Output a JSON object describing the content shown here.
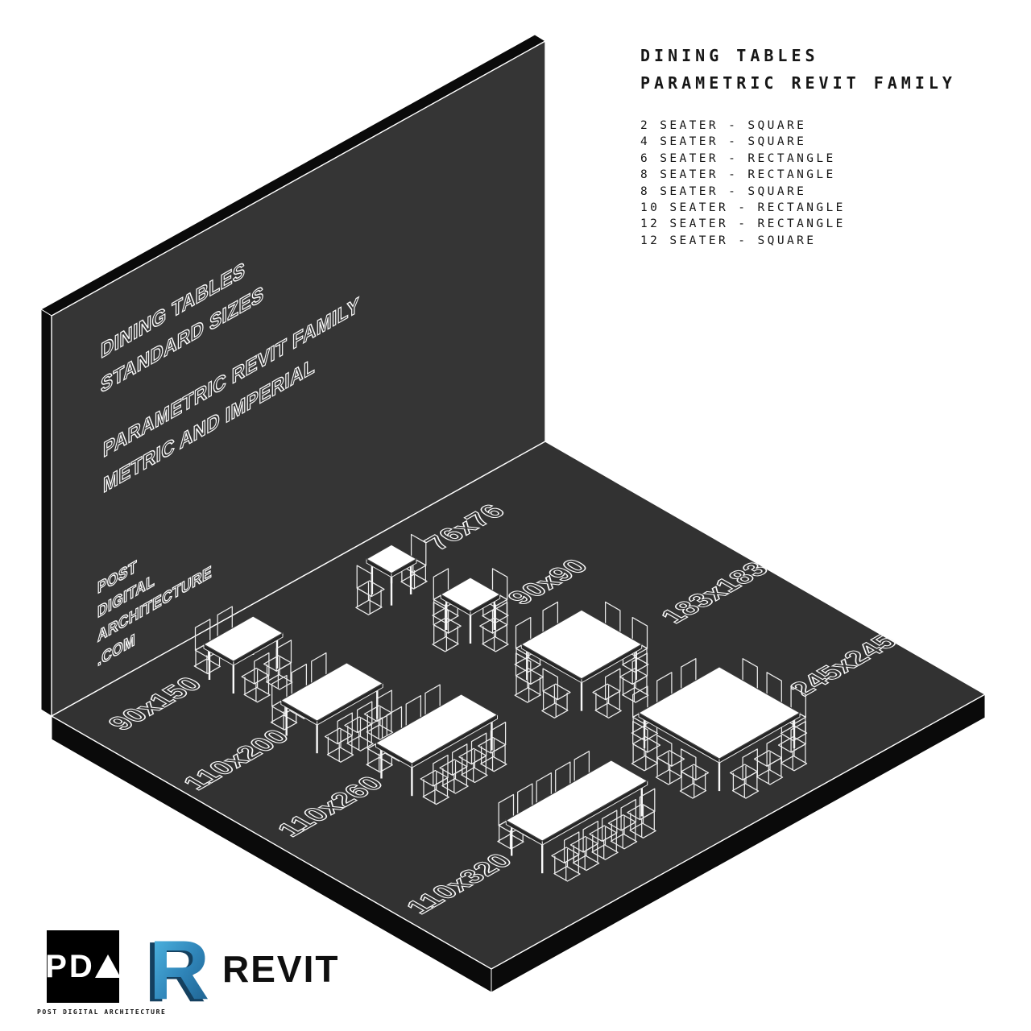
{
  "poster": {
    "panel": {
      "title_lines": [
        "DINING TABLES",
        "PARAMETRIC REVIT FAMILY"
      ],
      "items": [
        "2 SEATER - SQUARE",
        "4 SEATER - SQUARE",
        "6 SEATER - RECTANGLE",
        "8 SEATER - RECTANGLE",
        "8 SEATER - SQUARE",
        "10 SEATER - RECTANGLE",
        "12 SEATER - RECTANGLE",
        "12 SEATER - SQUARE"
      ]
    },
    "wall_text": {
      "heading": [
        "DINING TABLES",
        "STANDARD SIZES"
      ],
      "subheading": [
        "PARAMETRIC REVIT FAMILY",
        "METRIC AND IMPERIAL"
      ],
      "brand": [
        "POST",
        "DIGITAL",
        "ARCHITECTURE",
        ".COM"
      ]
    },
    "tables": [
      {
        "label": "76x76",
        "shape": "square",
        "width_cm": 76,
        "depth_cm": 76,
        "chairs": {
          "py": 0,
          "ny": 0,
          "px": 1,
          "nx": 1
        }
      },
      {
        "label": "90x90",
        "shape": "square",
        "width_cm": 90,
        "depth_cm": 90,
        "chairs": {
          "py": 1,
          "ny": 1,
          "px": 1,
          "nx": 1
        }
      },
      {
        "label": "90x150",
        "shape": "rectangle",
        "width_cm": 150,
        "depth_cm": 90,
        "chairs": {
          "py": 2,
          "ny": 2,
          "px": 0,
          "nx": 0
        }
      },
      {
        "label": "110x200",
        "shape": "rectangle",
        "width_cm": 200,
        "depth_cm": 110,
        "chairs": {
          "py": 3,
          "ny": 3,
          "px": 0,
          "nx": 0
        }
      },
      {
        "label": "110x260",
        "shape": "rectangle",
        "width_cm": 260,
        "depth_cm": 110,
        "chairs": {
          "py": 4,
          "ny": 4,
          "px": 0,
          "nx": 0
        }
      },
      {
        "label": "110x320",
        "shape": "rectangle",
        "width_cm": 320,
        "depth_cm": 110,
        "chairs": {
          "py": 5,
          "ny": 5,
          "px": 0,
          "nx": 0
        }
      },
      {
        "label": "183x183",
        "shape": "square",
        "width_cm": 183,
        "depth_cm": 183,
        "chairs": {
          "py": 2,
          "ny": 2,
          "px": 2,
          "nx": 2
        }
      },
      {
        "label": "245x245",
        "shape": "square",
        "width_cm": 245,
        "depth_cm": 245,
        "chairs": {
          "py": 3,
          "ny": 3,
          "px": 3,
          "nx": 3
        }
      }
    ],
    "logos": {
      "pda": {
        "letters": "PDA",
        "caption": "POST DIGITAL ARCHITECTURE"
      },
      "revit": {
        "monogram": "R",
        "wordmark": "REVIT"
      }
    },
    "colors": {
      "background": "#ffffff",
      "wall": "#353535",
      "floor": "#323232",
      "slab": "#0a0a0a",
      "edge_line": "#ffffff",
      "table_top": "#ffffff",
      "table_side": "#242424",
      "revit_blue_dark": "#1b5a86",
      "revit_blue_light": "#53bde8",
      "text": "#161616"
    }
  }
}
